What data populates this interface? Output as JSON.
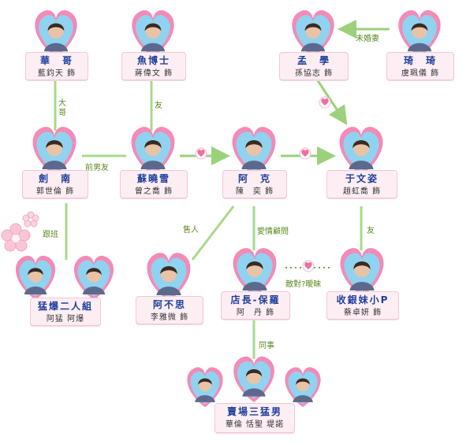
{
  "colors": {
    "line": "#a8d98a",
    "arrow": "#9bd17b",
    "dotted": "#6aa84f",
    "label": "#5a8a1e",
    "name": "#1f3f9c",
    "card_bg": "#fdeef4",
    "heart_outer": "#f48ab5",
    "heart_inner": "#8fd3f0",
    "badge": "#f06fa0"
  },
  "nodes": {
    "huage": {
      "name": "華　哥",
      "actor": "藍鈞天 飾"
    },
    "yuboshi": {
      "name": "魚博士",
      "actor": "蔣偉文 飾"
    },
    "mengxue": {
      "name": "孟　學",
      "actor": "孫協志 飾"
    },
    "qiqi": {
      "name": "琦　琦",
      "actor": "虞珮儀 飾"
    },
    "jiannan": {
      "name": "劍　南",
      "actor": "郭世倫 飾"
    },
    "suxiaoxue": {
      "name": "蘇曉雪",
      "actor": "曾之喬 飾"
    },
    "ake": {
      "name": "阿　克",
      "actor": "陳　奕 飾"
    },
    "yuwenzi": {
      "name": "于文姿",
      "actor": "趙虹喬 飾"
    },
    "mengbao": {
      "name": "猛爆二人組",
      "actor": "阿猛 阿爆"
    },
    "abusi": {
      "name": "阿不思",
      "actor": "李雅微 飾"
    },
    "dianzhang": {
      "name": "店長-保羅",
      "actor": "阿　丹 飾"
    },
    "shouyin": {
      "name": "收銀妹小P",
      "actor": "蔡卓妍 飾"
    },
    "guichang": {
      "name": "賣場三猛男",
      "actor": "華倫 恬聖 堤諾"
    }
  },
  "relations": {
    "qiqi_mengxue": "未婚妻",
    "huage_jiannan": "大哥",
    "yuboshi_suxiaoxue": "友",
    "jiannan_suxiaoxue": "前男友",
    "jiannan_mengbao": "跟班",
    "ake_abusi": "售人",
    "ake_dianzhang": "愛情顧問",
    "dianzhang_shouyin": "敵對?曖昧",
    "yuwenzi_shouyin": "友",
    "dianzhang_guichang": "同事"
  }
}
